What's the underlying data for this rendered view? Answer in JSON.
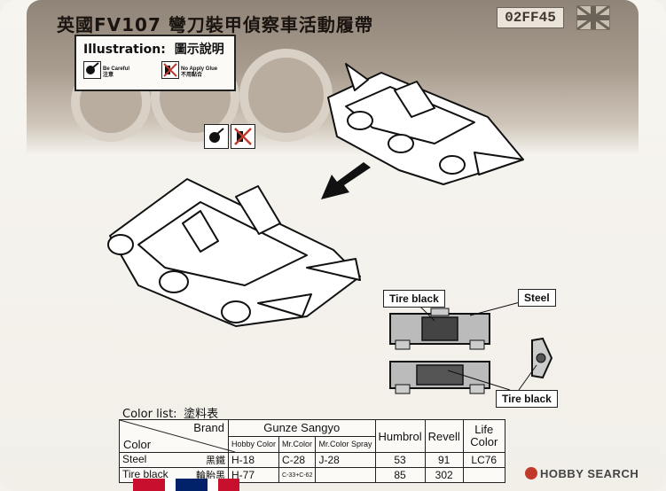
{
  "header": {
    "title": "英國FV107 彎刀裝甲偵察車活動履帶",
    "plate": "02FF45"
  },
  "illustration": {
    "title_en": "Illustration:",
    "title_zh": "圖示說明",
    "symbols": [
      {
        "label_en": "Be Careful",
        "label_zh": "注意",
        "icon": "caution-icon"
      },
      {
        "label_en": "No Apply Glue",
        "label_zh": "不用黏合",
        "icon": "no-glue-icon"
      }
    ]
  },
  "callouts": {
    "tire_black_top": "Tire black",
    "steel": "Steel",
    "tire_black_bottom": "Tire black"
  },
  "color_list": {
    "label_en": "Color list:",
    "label_zh": "塗料表",
    "brand_label": "Brand",
    "color_label": "Color",
    "gunze": "Gunze Sangyo",
    "hobby_color": "Hobby Color",
    "mr_color": "Mr.Color",
    "mr_color_spray": "Mr.Color Spray",
    "humbrol": "Humbrol",
    "revell": "Revell",
    "life_color": "Life Color",
    "rows": [
      {
        "name": "Steel",
        "name_zh": "黑鐵",
        "hobby": "H-18",
        "mr": "C-28",
        "spray": "J-28",
        "humbrol": "53",
        "revell": "91",
        "life": "LC76"
      },
      {
        "name": "Tire black",
        "name_zh": "輪胎黑",
        "hobby": "H-77",
        "mr": "C-33+C-62",
        "spray": "",
        "humbrol": "85",
        "revell": "302",
        "life": ""
      }
    ]
  },
  "watermark": "HOBBY SEARCH",
  "colors": {
    "accent": "#c0392b",
    "ink": "#111111",
    "paper": "#f4f1ec"
  }
}
